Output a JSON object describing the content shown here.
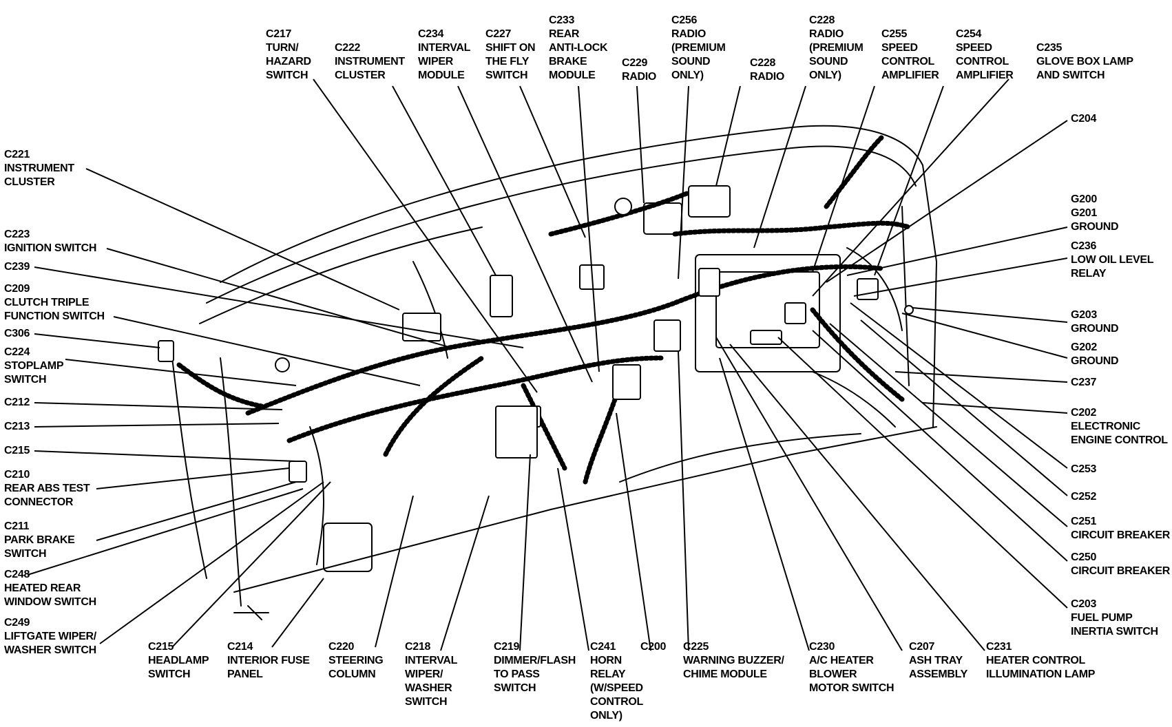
{
  "callouts": [
    {
      "id": "c217",
      "text": "C217\nTURN/\nHAZARD\nSWITCH"
    },
    {
      "id": "c222",
      "text": "C222\nINSTRUMENT\nCLUSTER"
    },
    {
      "id": "c234",
      "text": "C234\nINTERVAL\nWIPER\nMODULE"
    },
    {
      "id": "c227",
      "text": "C227\nSHIFT ON\nTHE FLY\nSWITCH"
    },
    {
      "id": "c233",
      "text": "C233\nREAR\nANTI-LOCK\nBRAKE\nMODULE"
    },
    {
      "id": "c229",
      "text": "C229\nRADIO"
    },
    {
      "id": "c256",
      "text": "C256\nRADIO\n(PREMIUM\nSOUND\nONLY)"
    },
    {
      "id": "c228a",
      "text": "C228\nRADIO"
    },
    {
      "id": "c228b",
      "text": "C228\nRADIO\n(PREMIUM\nSOUND\nONLY)"
    },
    {
      "id": "c255",
      "text": "C255\nSPEED\nCONTROL\nAMPLIFIER"
    },
    {
      "id": "c254",
      "text": "C254\nSPEED\nCONTROL\nAMPLIFIER"
    },
    {
      "id": "c235",
      "text": "C235\nGLOVE BOX LAMP\nAND SWITCH"
    },
    {
      "id": "c204",
      "text": "C204"
    },
    {
      "id": "g200",
      "text": "G200\nG201\nGROUND"
    },
    {
      "id": "c236",
      "text": "C236\nLOW OIL LEVEL\nRELAY"
    },
    {
      "id": "g203",
      "text": "G203\nGROUND"
    },
    {
      "id": "g202",
      "text": "G202\nGROUND"
    },
    {
      "id": "c237",
      "text": "C237"
    },
    {
      "id": "c202",
      "text": "C202\nELECTRONIC\nENGINE CONTROL"
    },
    {
      "id": "c253",
      "text": "C253"
    },
    {
      "id": "c252",
      "text": "C252"
    },
    {
      "id": "c251",
      "text": "C251\nCIRCUIT BREAKER"
    },
    {
      "id": "c250",
      "text": "C250\nCIRCUIT BREAKER"
    },
    {
      "id": "c203",
      "text": "C203\nFUEL PUMP\nINERTIA SWITCH"
    },
    {
      "id": "c221",
      "text": "C221\nINSTRUMENT\nCLUSTER"
    },
    {
      "id": "c223",
      "text": "C223\nIGNITION SWITCH"
    },
    {
      "id": "c239",
      "text": "C239"
    },
    {
      "id": "c209",
      "text": "C209\nCLUTCH TRIPLE\nFUNCTION SWITCH"
    },
    {
      "id": "c306",
      "text": "C306"
    },
    {
      "id": "c224",
      "text": "C224\nSTOPLAMP\nSWITCH"
    },
    {
      "id": "c212",
      "text": "C212"
    },
    {
      "id": "c213",
      "text": "C213"
    },
    {
      "id": "c215",
      "text": "C215"
    },
    {
      "id": "c210",
      "text": "C210\nREAR ABS TEST\nCONNECTOR"
    },
    {
      "id": "c211",
      "text": "C211\nPARK BRAKE\nSWITCH"
    },
    {
      "id": "c248",
      "text": "C248\nHEATED REAR\nWINDOW SWITCH"
    },
    {
      "id": "c249",
      "text": "C249\nLIFTGATE WIPER/\nWASHER SWITCH"
    },
    {
      "id": "c215b",
      "text": "C215\nHEADLAMP\nSWITCH"
    },
    {
      "id": "c214",
      "text": "C214\nINTERIOR FUSE\nPANEL"
    },
    {
      "id": "c220",
      "text": "C220\nSTEERING\nCOLUMN"
    },
    {
      "id": "c218",
      "text": "C218\nINTERVAL\nWIPER/\nWASHER\nSWITCH"
    },
    {
      "id": "c219",
      "text": "C219\nDIMMER/FLASH\nTO PASS\nSWITCH"
    },
    {
      "id": "c241",
      "text": "C241\nHORN\nRELAY\n(W/SPEED\nCONTROL\nONLY)"
    },
    {
      "id": "c200",
      "text": "C200"
    },
    {
      "id": "c225",
      "text": "C225\nWARNING BUZZER/\nCHIME MODULE"
    },
    {
      "id": "c230",
      "text": "C230\nA/C HEATER\nBLOWER\nMOTOR SWITCH"
    },
    {
      "id": "c207",
      "text": "C207\nASH TRAY\nASSEMBLY"
    },
    {
      "id": "c231",
      "text": "C231\nHEATER CONTROL\nILLUMINATION LAMP"
    }
  ]
}
